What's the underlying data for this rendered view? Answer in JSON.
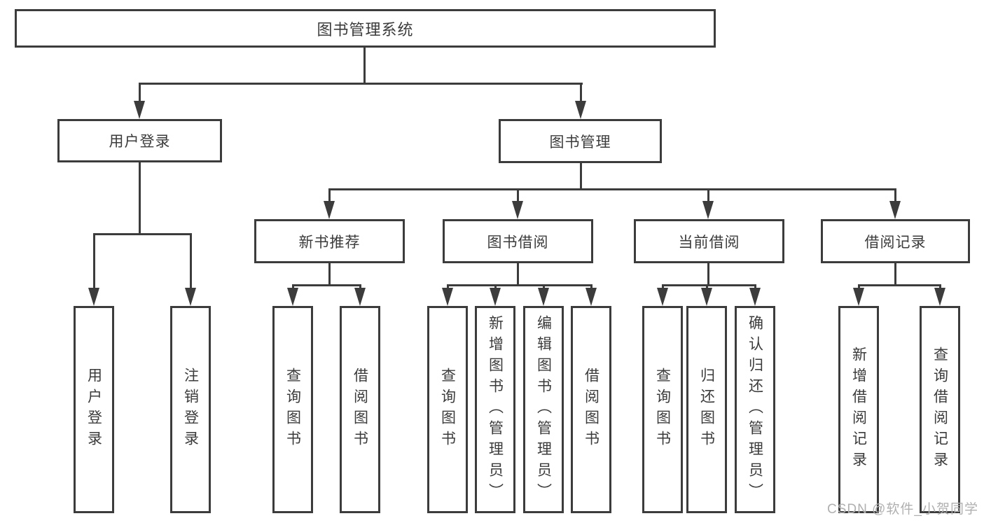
{
  "nodes": {
    "root": "图书管理系统",
    "user_login": "用户登录",
    "book_management": "图书管理",
    "new_book_recommend": "新书推荐",
    "book_borrowing": "图书借阅",
    "current_borrowing": "当前借阅",
    "borrowing_records": "借阅记录",
    "leaf_user_login": "用户登录",
    "leaf_logout": "注销登录",
    "leaf_nb_query_books": "查询图书",
    "leaf_nb_borrow_books": "借阅图书",
    "leaf_bb_query_books": "查询图书",
    "leaf_bb_add_books": "新增图书（管理员）",
    "leaf_bb_edit_books": "编辑图书（管理员）",
    "leaf_bb_borrow_books": "借阅图书",
    "leaf_cb_query_books": "查询图书",
    "leaf_cb_return_books": "归还图书",
    "leaf_cb_confirm_return": "确认归还（管理员）",
    "leaf_br_add_record": "新增借阅记录",
    "leaf_br_query_record": "查询借阅记录"
  },
  "watermark": "CSDN @软件_小贺同学",
  "colors": {
    "line": "#3c3c3c",
    "text": "#3b3b3b",
    "watermark": "#b0b0b0",
    "background": "#ffffff"
  }
}
